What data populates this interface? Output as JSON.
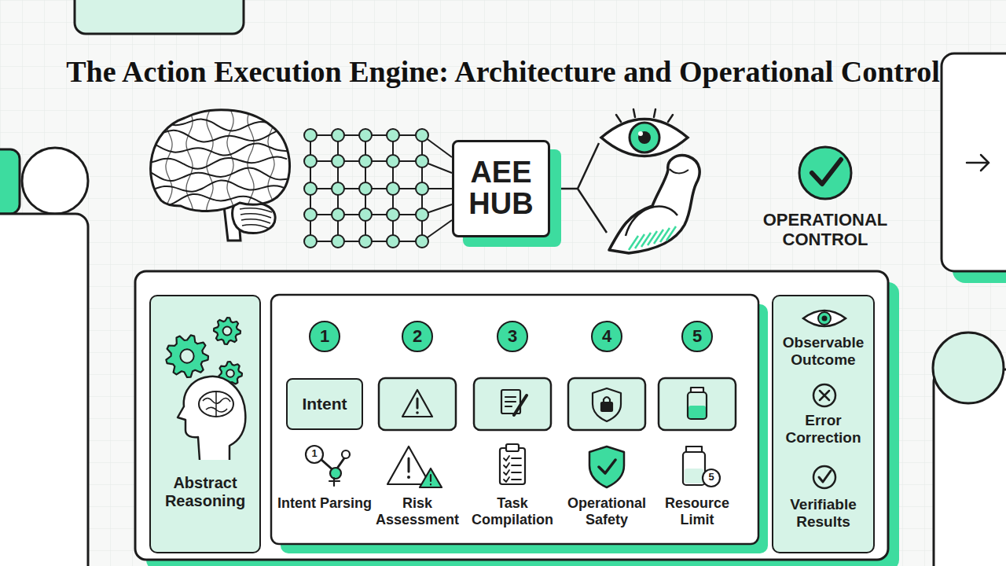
{
  "diagram": {
    "title": "The Action Execution Engine: Architecture and Operational Control",
    "nodes": [
      {
        "text": [
          "AEE HUB"
        ]
      },
      {
        "text": [
          "Abstract Reasoning"
        ]
      },
      {
        "text": [
          "1"
        ]
      },
      {
        "text": [
          "2"
        ]
      },
      {
        "text": [
          "3"
        ]
      },
      {
        "text": [
          "4"
        ]
      },
      {
        "text": [
          "5"
        ]
      },
      {
        "text": [
          "Intent"
        ]
      },
      {
        "text": [
          "Observable Outcome",
          "Error Correction",
          "Verifiable Results"
        ]
      }
    ],
    "labels": [
      "OPERATIONAL CONTROL",
      "1",
      "Intent Parsing",
      "Risk Assessment",
      "Task Compilation",
      "Operational Safety",
      "5",
      "Resource Limit"
    ]
  }
}
